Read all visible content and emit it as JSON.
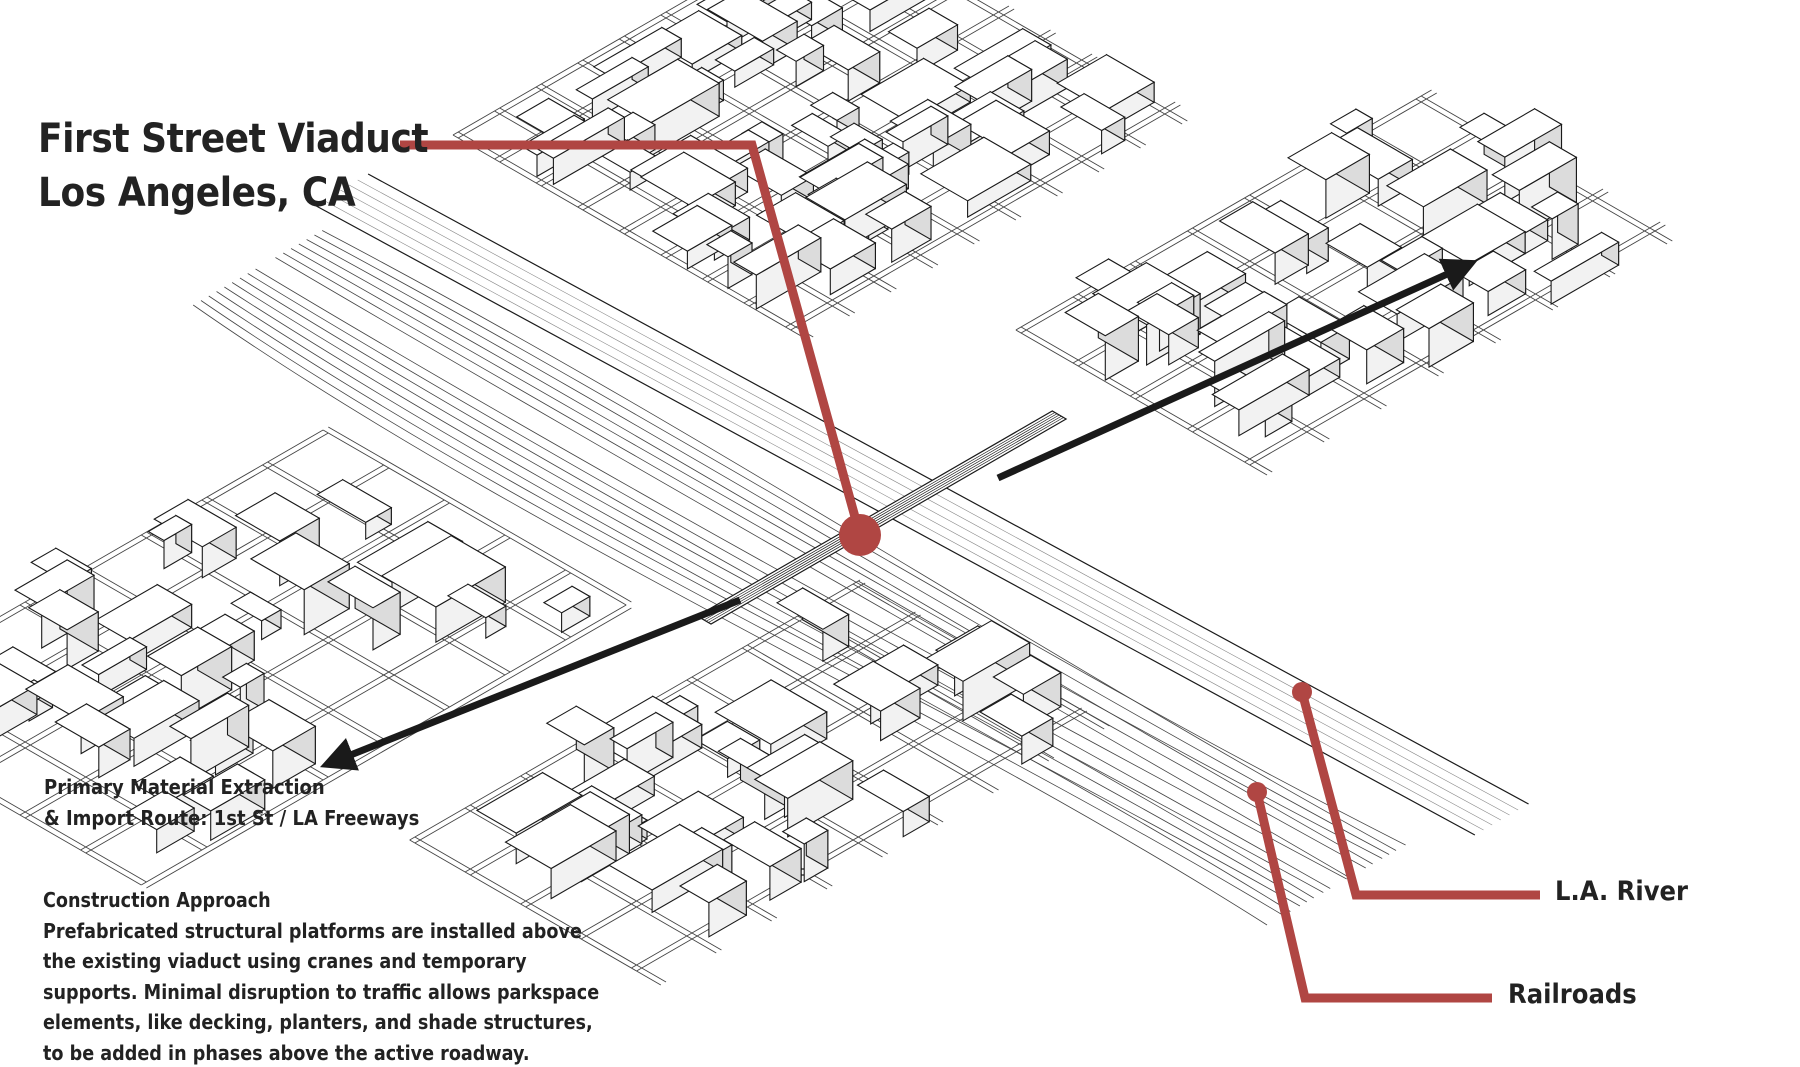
{
  "title": {
    "line1": "First Street Viaduct",
    "line2": "Los Angeles, CA"
  },
  "route_note": {
    "line1": "Primary Material Extraction",
    "line2": "& Import Route: 1st St / LA Freeways"
  },
  "construction": {
    "heading": "Construction Approach",
    "lines": [
      "Prefabricated structural platforms are installed above",
      "the existing viaduct using cranes and temporary",
      "supports. Minimal disruption to traffic allows parkspace",
      "elements, like decking, planters, and shade structures,",
      "to be added in phases above the active roadway."
    ]
  },
  "callouts": {
    "river": "L.A. River",
    "railroads": "Railroads"
  },
  "colors": {
    "accent": "#b04643",
    "ink": "#1a1a1a",
    "line": "#444444",
    "building_top": "#ffffff",
    "building_side": "#f2f2f2",
    "building_shade": "#dcdcdc"
  }
}
